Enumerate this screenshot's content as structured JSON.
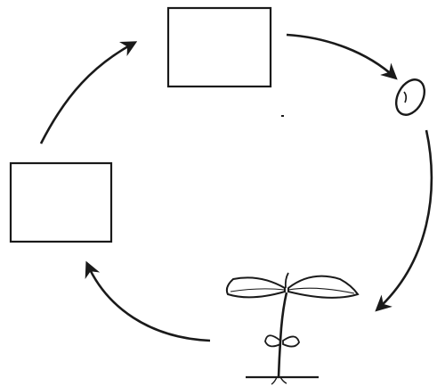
{
  "diagram": {
    "type": "life-cycle",
    "stages": [
      {
        "id": "top-box",
        "content": "",
        "kind": "blank-box"
      },
      {
        "id": "seed",
        "content": "",
        "kind": "seed-drawing"
      },
      {
        "id": "seedling",
        "content": "",
        "kind": "seedling-drawing"
      },
      {
        "id": "left-box",
        "content": "",
        "kind": "blank-box"
      }
    ],
    "ink_color": "#1a1a1a",
    "background_color": "#ffffff"
  }
}
